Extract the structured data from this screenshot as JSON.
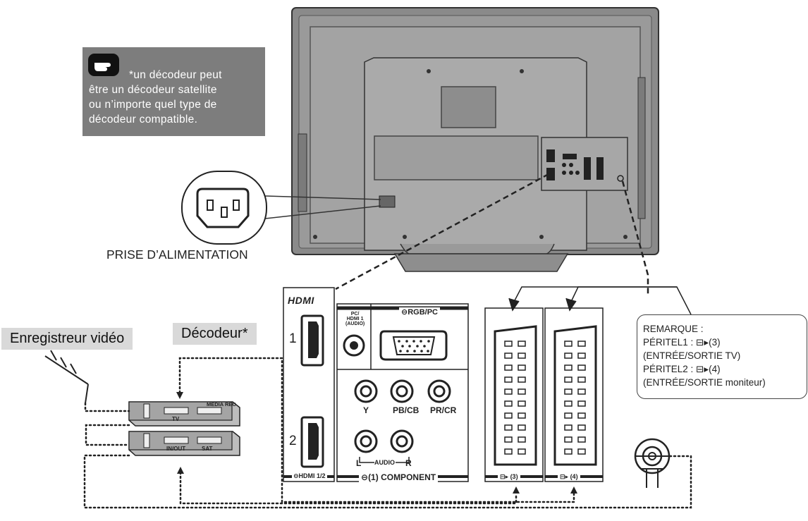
{
  "note": {
    "icon": "pointing-hand-icon",
    "lines": [
      "*un décodeur peut",
      "être un décodeur satellite",
      "ou n’importe quel type de",
      "décodeur compatible."
    ]
  },
  "power": {
    "label": "PRISE D’ALIMENTATION"
  },
  "devices": {
    "recorder_label": "Enregistreur vidéo",
    "decoder_label": "Décodeur*",
    "recorder_ports": {
      "top_left": "MEDIA REC",
      "bottom": "TV"
    },
    "decoder_ports": {
      "left": "IN/OUT",
      "right": "SAT"
    }
  },
  "hdmi_panel": {
    "logo": "HDMI",
    "port1": "1",
    "port2": "2",
    "footer": "HDMI 1/2"
  },
  "av_panel": {
    "pc_audio": [
      "PC/",
      "HDMI 1",
      "(AUDIO)"
    ],
    "rgb_label": "RGB/PC",
    "y_label": "Y",
    "pb_label": "PB/CB",
    "pr_label": "PR/CR",
    "audio_l": "L",
    "audio_label": "AUDIO",
    "audio_r": "R",
    "footer": "(1) COMPONENT"
  },
  "scart": {
    "left_footer": "(3)",
    "right_footer": "(4)"
  },
  "remark": {
    "title": "REMARQUE :",
    "line1": "PÉRITEL1 : ⊟▸(3)",
    "line2": "(ENTRÉE/SORTIE TV)",
    "line3": "PÉRITEL2 : ⊟▸(4)",
    "line4": "(ENTRÉE/SORTIE moniteur)"
  },
  "colors": {
    "note_bg": "#7d7d7d",
    "tag_bg": "#d9d9d9",
    "tv_body": "#8c8c8c"
  }
}
